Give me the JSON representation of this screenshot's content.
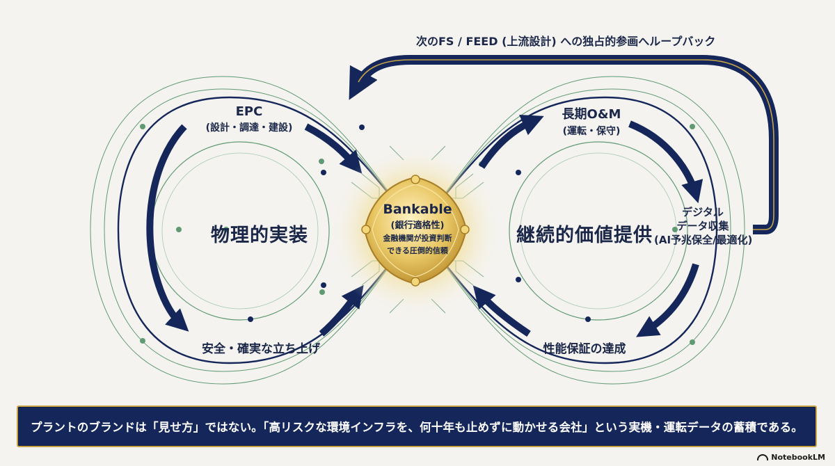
{
  "feedback_label": "次のFS / FEED (上流設計) への独占的参画へループバック",
  "left_loop": {
    "center_label": "物理的実装",
    "top_label": "EPC",
    "top_sublabel": "(設計・調達・建設)",
    "bottom_label": "安全・確実な立ち上げ"
  },
  "right_loop": {
    "center_label": "継続的価値提供",
    "top_label": "長期O&M",
    "top_sublabel": "(運転・保守)",
    "side_label_1": "デジタル",
    "side_label_2": "データ収集",
    "side_label_3": "(AI予兆保全/最適化)",
    "bottom_label": "性能保証の達成"
  },
  "hub": {
    "title": "Bankable",
    "subtitle": "(銀行適格性)",
    "desc_1": "金融機関が投資判断",
    "desc_2": "できる圧倒的信頼"
  },
  "banner_text": "プラントのブランドは「見せ方」ではない。「高リスクな環境インフラを、何十年も止めずに動かせる会社」という実機・運転データの蓄積である。",
  "brand": "NotebookLM",
  "colors": {
    "background": "#f4f3ef",
    "navy": "#15275a",
    "gold": "#c7a447",
    "green": "#5f9a72"
  }
}
